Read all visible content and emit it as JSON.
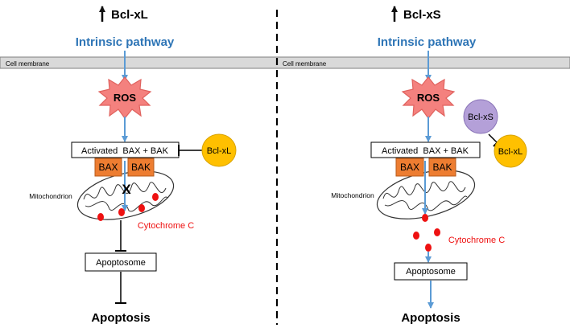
{
  "left": {
    "header": "Bcl-xL",
    "pathway": "Intrinsic pathway",
    "membrane": "Cell membrane",
    "ros": "ROS",
    "activated": "Activated  BAX + BAK",
    "inhibitor": "Bcl-xL",
    "bax": "BAX",
    "bak": "BAK",
    "blocked_mark": "X",
    "mitochondrion": "Mitochondrion",
    "cytochrome": "Cytochrome C",
    "apoptosome": "Apoptosome",
    "outcome": "Apoptosis"
  },
  "right": {
    "header": "Bcl-xS",
    "pathway": "Intrinsic pathway",
    "membrane": "Cell membrane",
    "ros": "ROS",
    "activated": "Activated  BAX + BAK",
    "bclxs": "Bcl-xS",
    "bclxl": "Bcl-xL",
    "bax": "BAX",
    "bak": "BAK",
    "mitochondrion": "Mitochondrion",
    "cytochrome": "Cytochrome C",
    "apoptosome": "Apoptosome",
    "outcome": "Apoptosis"
  },
  "colors": {
    "pathway_blue": "#2e75b6",
    "arrow_blue": "#5b9bd5",
    "ros_fill": "#f4817e",
    "ros_stroke": "#e0625e",
    "bax_orange": "#ed7d31",
    "bclxl_yellow": "#ffc000",
    "bclxs_purple": "#b4a0d8",
    "cytochrome_red": "#ee1111",
    "membrane_gray": "#d9d9d9"
  }
}
